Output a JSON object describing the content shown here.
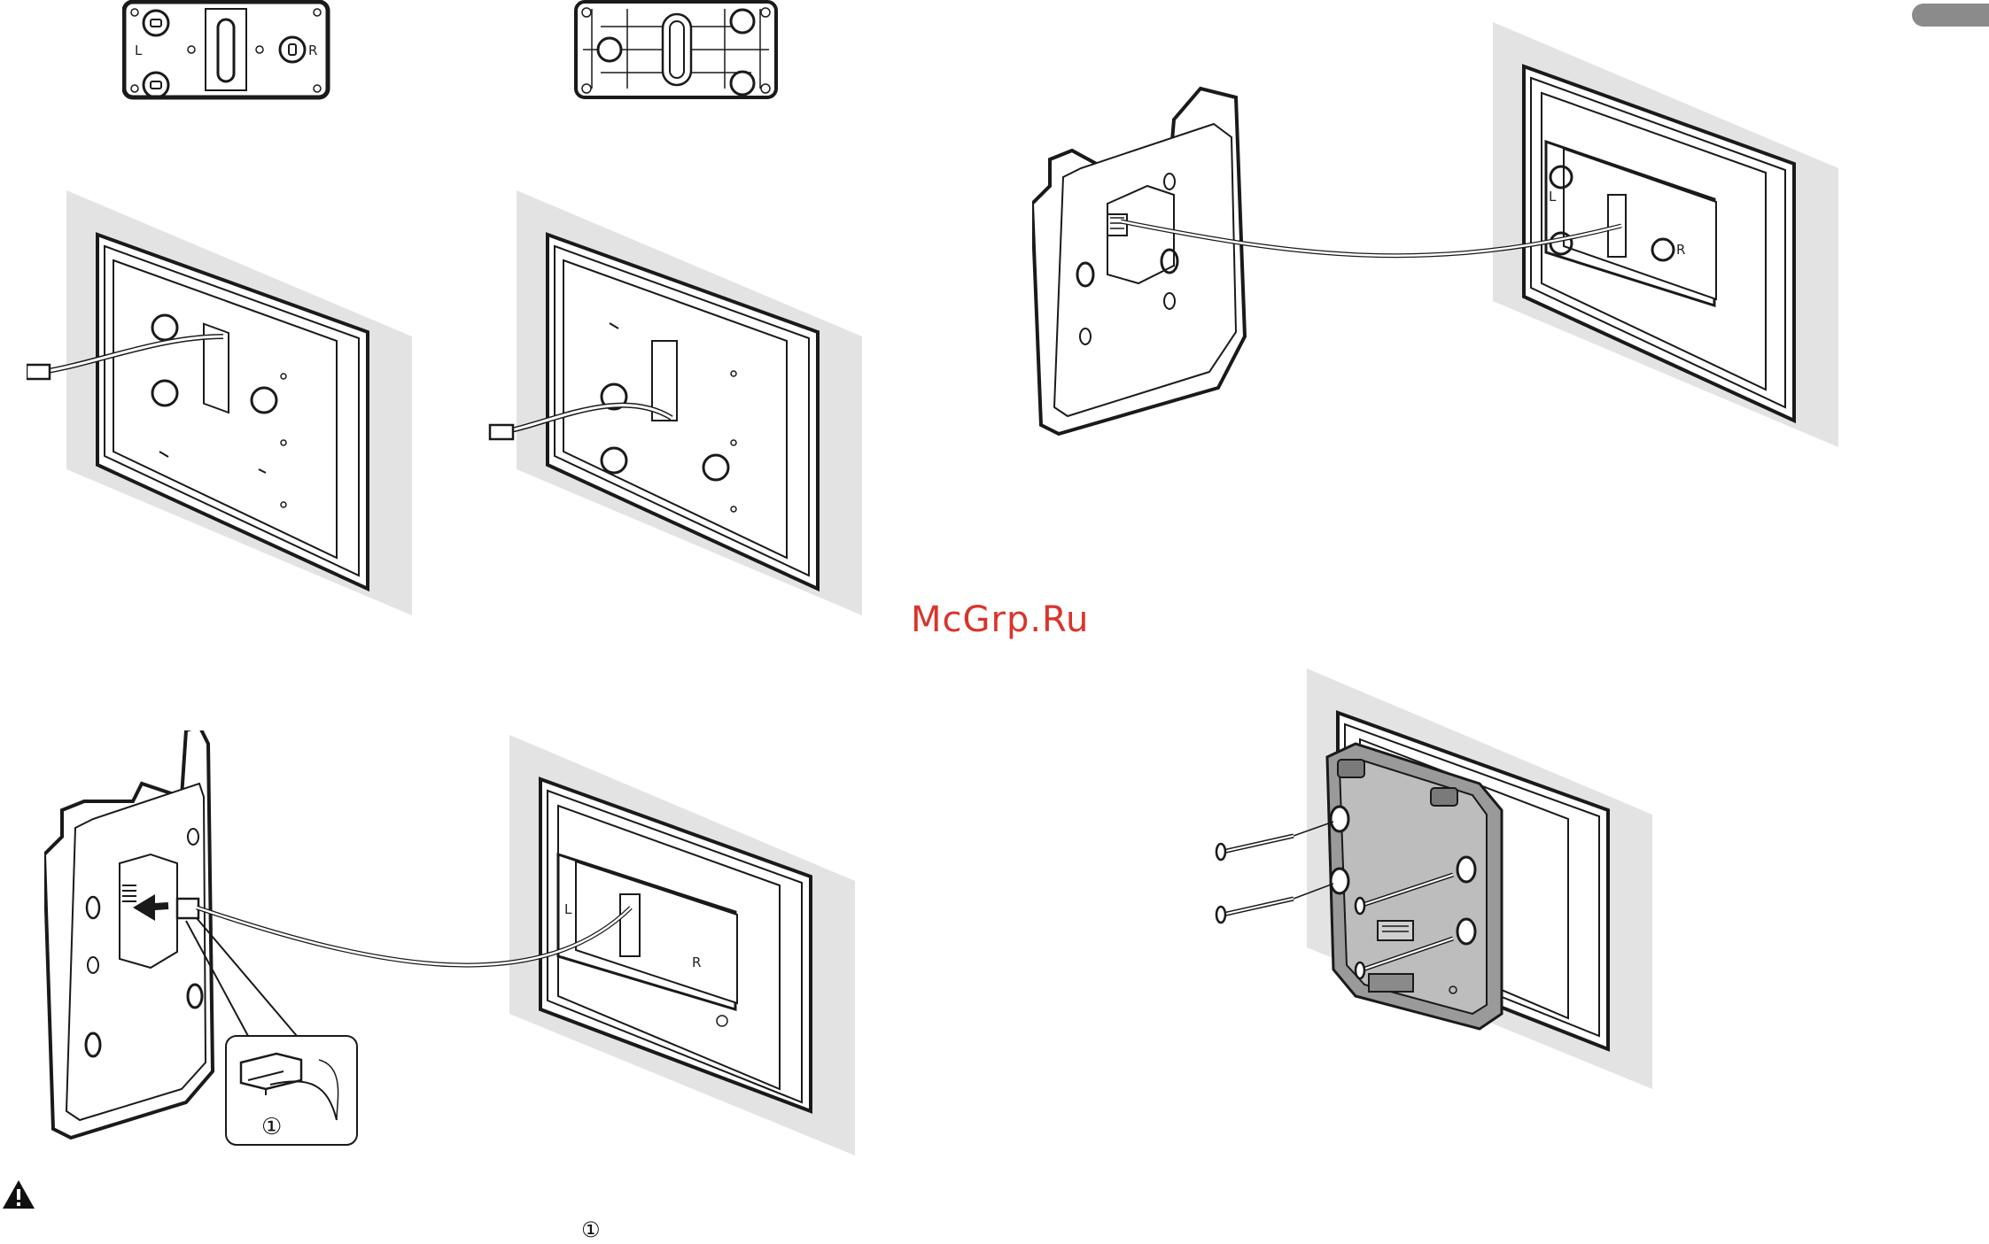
{
  "watermark": "McGrp.Ru",
  "labels": {
    "left": "L",
    "right": "R"
  },
  "callout": {
    "number": "①"
  },
  "footer": {
    "callout_reference": "①"
  },
  "colors": {
    "wall": "#e3e3e3",
    "line": "#1a1a1a",
    "watermark": "#d9342b",
    "bracket_dark": "#9a9a9a",
    "page_tab": "#8b8b8b"
  },
  "icons": [
    "warning-icon"
  ]
}
